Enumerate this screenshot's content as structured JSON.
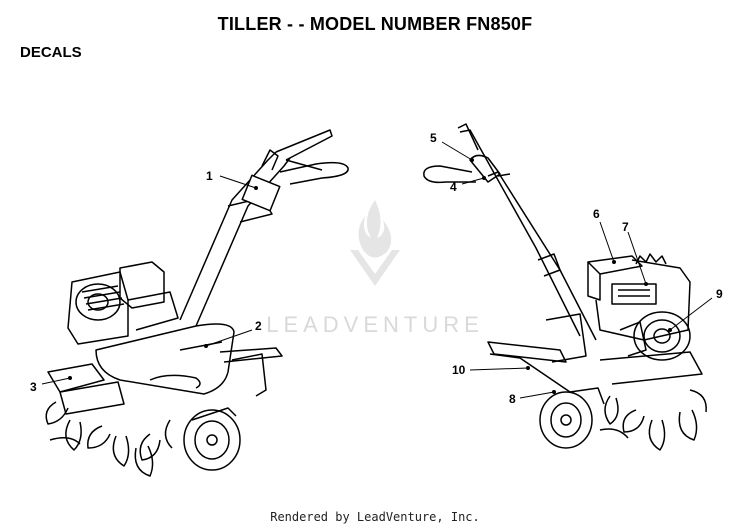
{
  "title": "TILLER - - MODEL NUMBER FN850F",
  "section": "DECALS",
  "watermark": "LEADVENTURE",
  "footer": "Rendered by LeadVenture, Inc.",
  "callouts": [
    "1",
    "2",
    "3",
    "4",
    "5",
    "6",
    "7",
    "8",
    "9",
    "10"
  ]
}
